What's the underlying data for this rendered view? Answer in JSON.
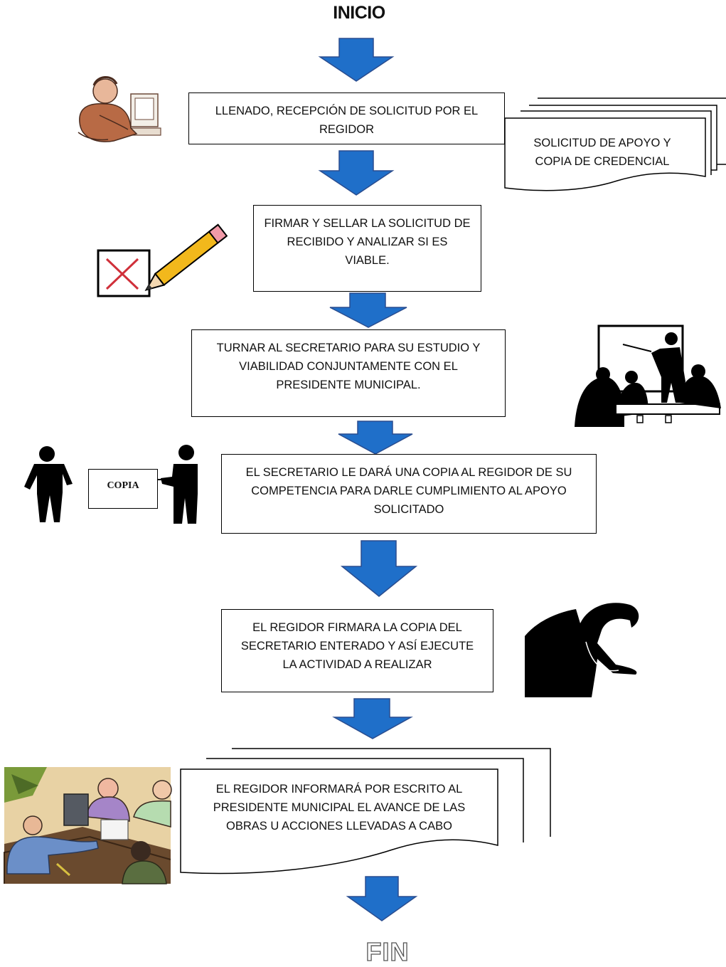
{
  "title": "INICIO",
  "steps": [
    "LLENADO, RECEPCIÓN DE SOLICITUD POR EL REGIDOR",
    "FIRMAR Y SELLAR LA SOLICITUD DE RECIBIDO Y ANALIZAR SI ES VIABLE.",
    "TURNAR AL SECRETARIO PARA SU ESTUDIO Y VIABILIDAD CONJUNTAMENTE CON EL PRESIDENTE MUNICIPAL.",
    "EL SECRETARIO LE DARÁ UNA COPIA AL REGIDOR DE SU COMPETENCIA PARA DARLE CUMPLIMIENTO AL APOYO SOLICITADO",
    "EL REGIDOR FIRMARA LA COPIA DEL SECRETARIO ENTERADO Y ASÍ EJECUTE LA ACTIVIDAD A REALIZAR"
  ],
  "documents": {
    "request": "SOLICITUD DE APOYO Y COPIA DE CREDENCIAL",
    "report": "EL REGIDOR INFORMARÁ POR ESCRITO AL PRESIDENTE MUNICIPAL EL AVANCE DE LAS OBRAS U ACCIONES LLEVADAS A CABO"
  },
  "copy_label": "COPIA",
  "end": "FIN",
  "colors": {
    "arrow": "#1f6fc9",
    "arrow_stroke": "#2a4d8f"
  },
  "icons": [
    "person-at-computer-icon",
    "checkbox-pencil-icon",
    "presentation-meeting-icon",
    "two-people-silhouette-icon",
    "bent-man-silhouette-icon",
    "office-meeting-clipart-icon"
  ]
}
